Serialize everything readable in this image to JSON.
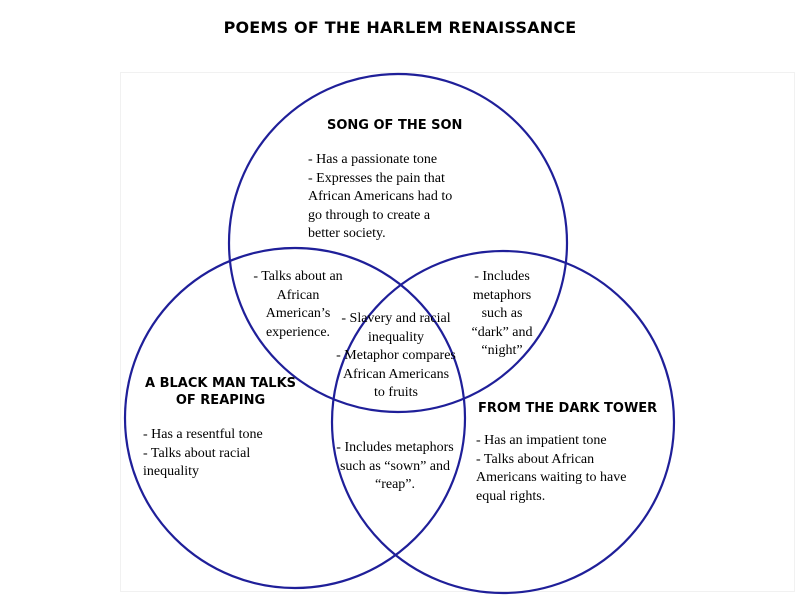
{
  "title": "POEMS OF THE HARLEM RENAISSANCE",
  "stroke_color": "#1f1f99",
  "circles": {
    "song": {
      "label": [
        "SONG OF THE SON"
      ],
      "notes": [
        "- Has a passionate tone",
        "- Expresses the pain that",
        "African Americans had to",
        "go through to create a",
        "better society."
      ]
    },
    "reaping": {
      "label": [
        "A BLACK MAN TALKS",
        "OF REAPING"
      ],
      "notes": [
        "- Has a resentful tone",
        "- Talks  about racial",
        "inequality"
      ]
    },
    "tower": {
      "label": [
        "FROM THE DARK TOWER"
      ],
      "notes": [
        "- Has an impatient tone",
        "- Talks about African",
        "Americans waiting to have",
        "equal rights."
      ]
    }
  },
  "overlaps": {
    "song_reaping": [
      "- Talks about an",
      "African",
      "American’s",
      "experience."
    ],
    "song_tower": [
      "- Includes",
      "metaphors",
      "such as",
      "“dark” and",
      "“night”"
    ],
    "reaping_tower": [
      "- Includes metaphors",
      "such as “sown” and",
      "“reap”."
    ],
    "all_three": [
      "- Slavery and racial",
      "inequality",
      "- Metaphor compares",
      "African Americans",
      "to fruits"
    ]
  }
}
